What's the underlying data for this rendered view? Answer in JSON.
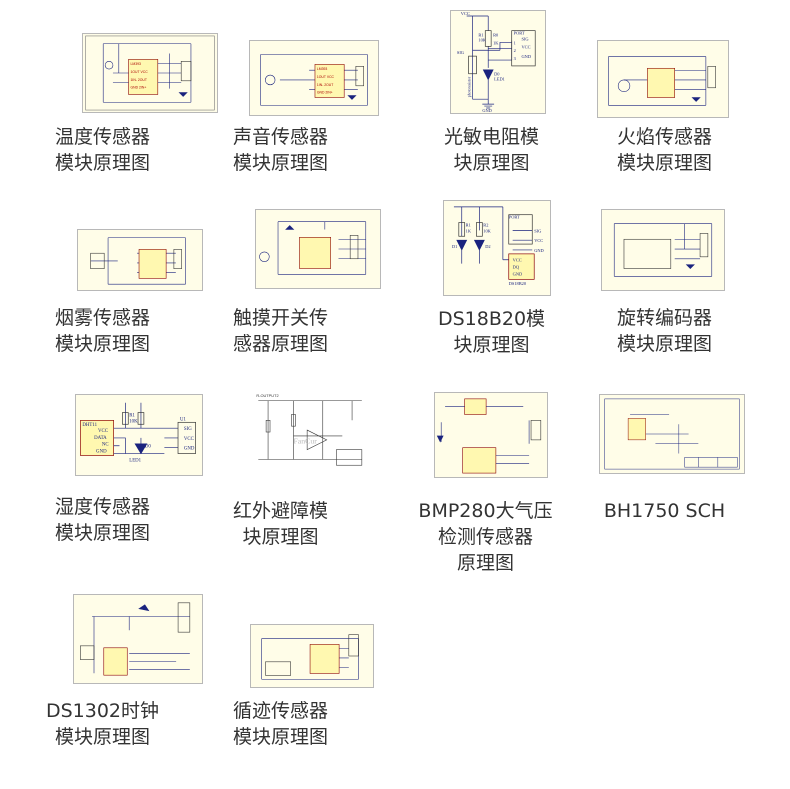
{
  "tiles": [
    {
      "caption": "温度传感器\n模块原理图"
    },
    {
      "caption": "声音传感器\n模块原理图"
    },
    {
      "caption": "光敏电阻模\n块原理图"
    },
    {
      "caption": "火焰传感器\n模块原理图"
    },
    {
      "caption": "烟雾传感器\n模块原理图"
    },
    {
      "caption": "触摸开关传\n感器原理图"
    },
    {
      "caption": "DS18B20模\n块原理图"
    },
    {
      "caption": "旋转编码器\n模块原理图"
    },
    {
      "caption": "湿度传感器\n模块原理图"
    },
    {
      "caption": "红外避障模\n块原理图"
    },
    {
      "caption": "BMP280大气压\n检测传感器\n原理图"
    },
    {
      "caption": "BH1750 SCH"
    },
    {
      "caption": "DS1302时钟\n模块原理图"
    },
    {
      "caption": "循迹传感器\n模块原理图"
    }
  ],
  "schematic_labels": {
    "photo_port": "PORT",
    "photo_sig": "SIG",
    "photo_vcc": "VCC",
    "photo_gnd": "GND",
    "photo_pin1": "1",
    "photo_pin2": "2",
    "photo_pin3": "3",
    "photo_r1": "R1",
    "photo_r1v": "10K",
    "photo_r2": "R0",
    "photo_r2v": "1K",
    "photo_d0": "D0",
    "photo_led": "LED1",
    "photo_sensor": "photoresistor",
    "photo_vcc_top": "VCC",
    "photo_gnd_bot": "GND",
    "ds_port": "PORT",
    "ds_sig": "SIG",
    "ds_vcc": "VCC",
    "ds_gnd": "GND",
    "ds_chip_vcc": "VCC",
    "ds_chip_dq": "DQ",
    "ds_chip_gnd": "GND",
    "ds_chip_name": "DS18B20",
    "ds_r1": "R1",
    "ds_r1v": "1K",
    "ds_r2": "R2",
    "ds_r2v": "10K",
    "ds_d1": "D1",
    "ds_d2": "D2",
    "dht_name": "DHT11",
    "dht_vcc": "VCC",
    "dht_data": "DATA",
    "dht_nc": "NC",
    "dht_gnd": "GND",
    "dht_u1": "U1",
    "dht_sig": "SIG",
    "dht_vcc2": "VCC",
    "dht_gnd2": "GND",
    "dht_r": "R1",
    "dht_rv": "10K",
    "dht_d": "D0",
    "dht_led": "LED1",
    "ir_title": "R-OUTPUT2",
    "ir_brand": "FanCur"
  }
}
